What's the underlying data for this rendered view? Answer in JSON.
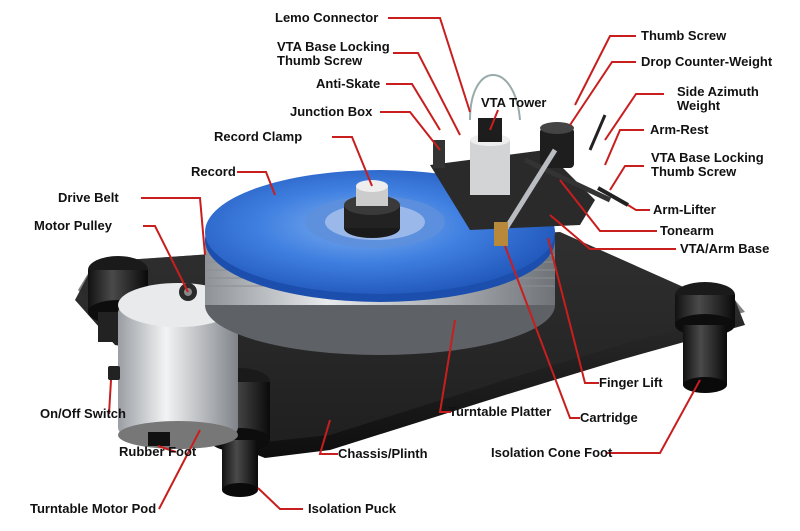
{
  "labels": {
    "lemo_connector": "Lemo Connector",
    "vta_base_locking_thumb_screw_left": "VTA Base Locking\nThumb Screw",
    "anti_skate": "Anti-Skate",
    "junction_box": "Junction Box",
    "record_clamp": "Record Clamp",
    "record": "Record",
    "drive_belt": "Drive Belt",
    "motor_pulley": "Motor Pulley",
    "on_off_switch": "On/Off Switch",
    "rubber_foot": "Rubber Foot",
    "turntable_motor_pod": "Turntable Motor Pod",
    "isolation_puck": "Isolation Puck",
    "chassis_plinth": "Chassis/Plinth",
    "turntable_platter": "Turntable Platter",
    "cartridge": "Cartridge",
    "finger_lift": "Finger Lift",
    "isolation_cone_foot": "Isolation Cone Foot",
    "vta_tower": "VTA Tower",
    "thumb_screw": "Thumb Screw",
    "drop_counter_weight": "Drop Counter-Weight",
    "side_azimuth_weight": "Side Azimuth\nWeight",
    "arm_rest": "Arm-Rest",
    "vta_base_locking_thumb_screw_right": "VTA Base Locking\nThumb Screw",
    "arm_lifter": "Arm-Lifter",
    "tonearm": "Tonearm",
    "vta_arm_base": "VTA/Arm Base"
  },
  "colors": {
    "leader_line": "#c81e1e",
    "record": "#2f6fd6",
    "chassis": "#1b1b1b",
    "platter": "#c9ccd0"
  }
}
